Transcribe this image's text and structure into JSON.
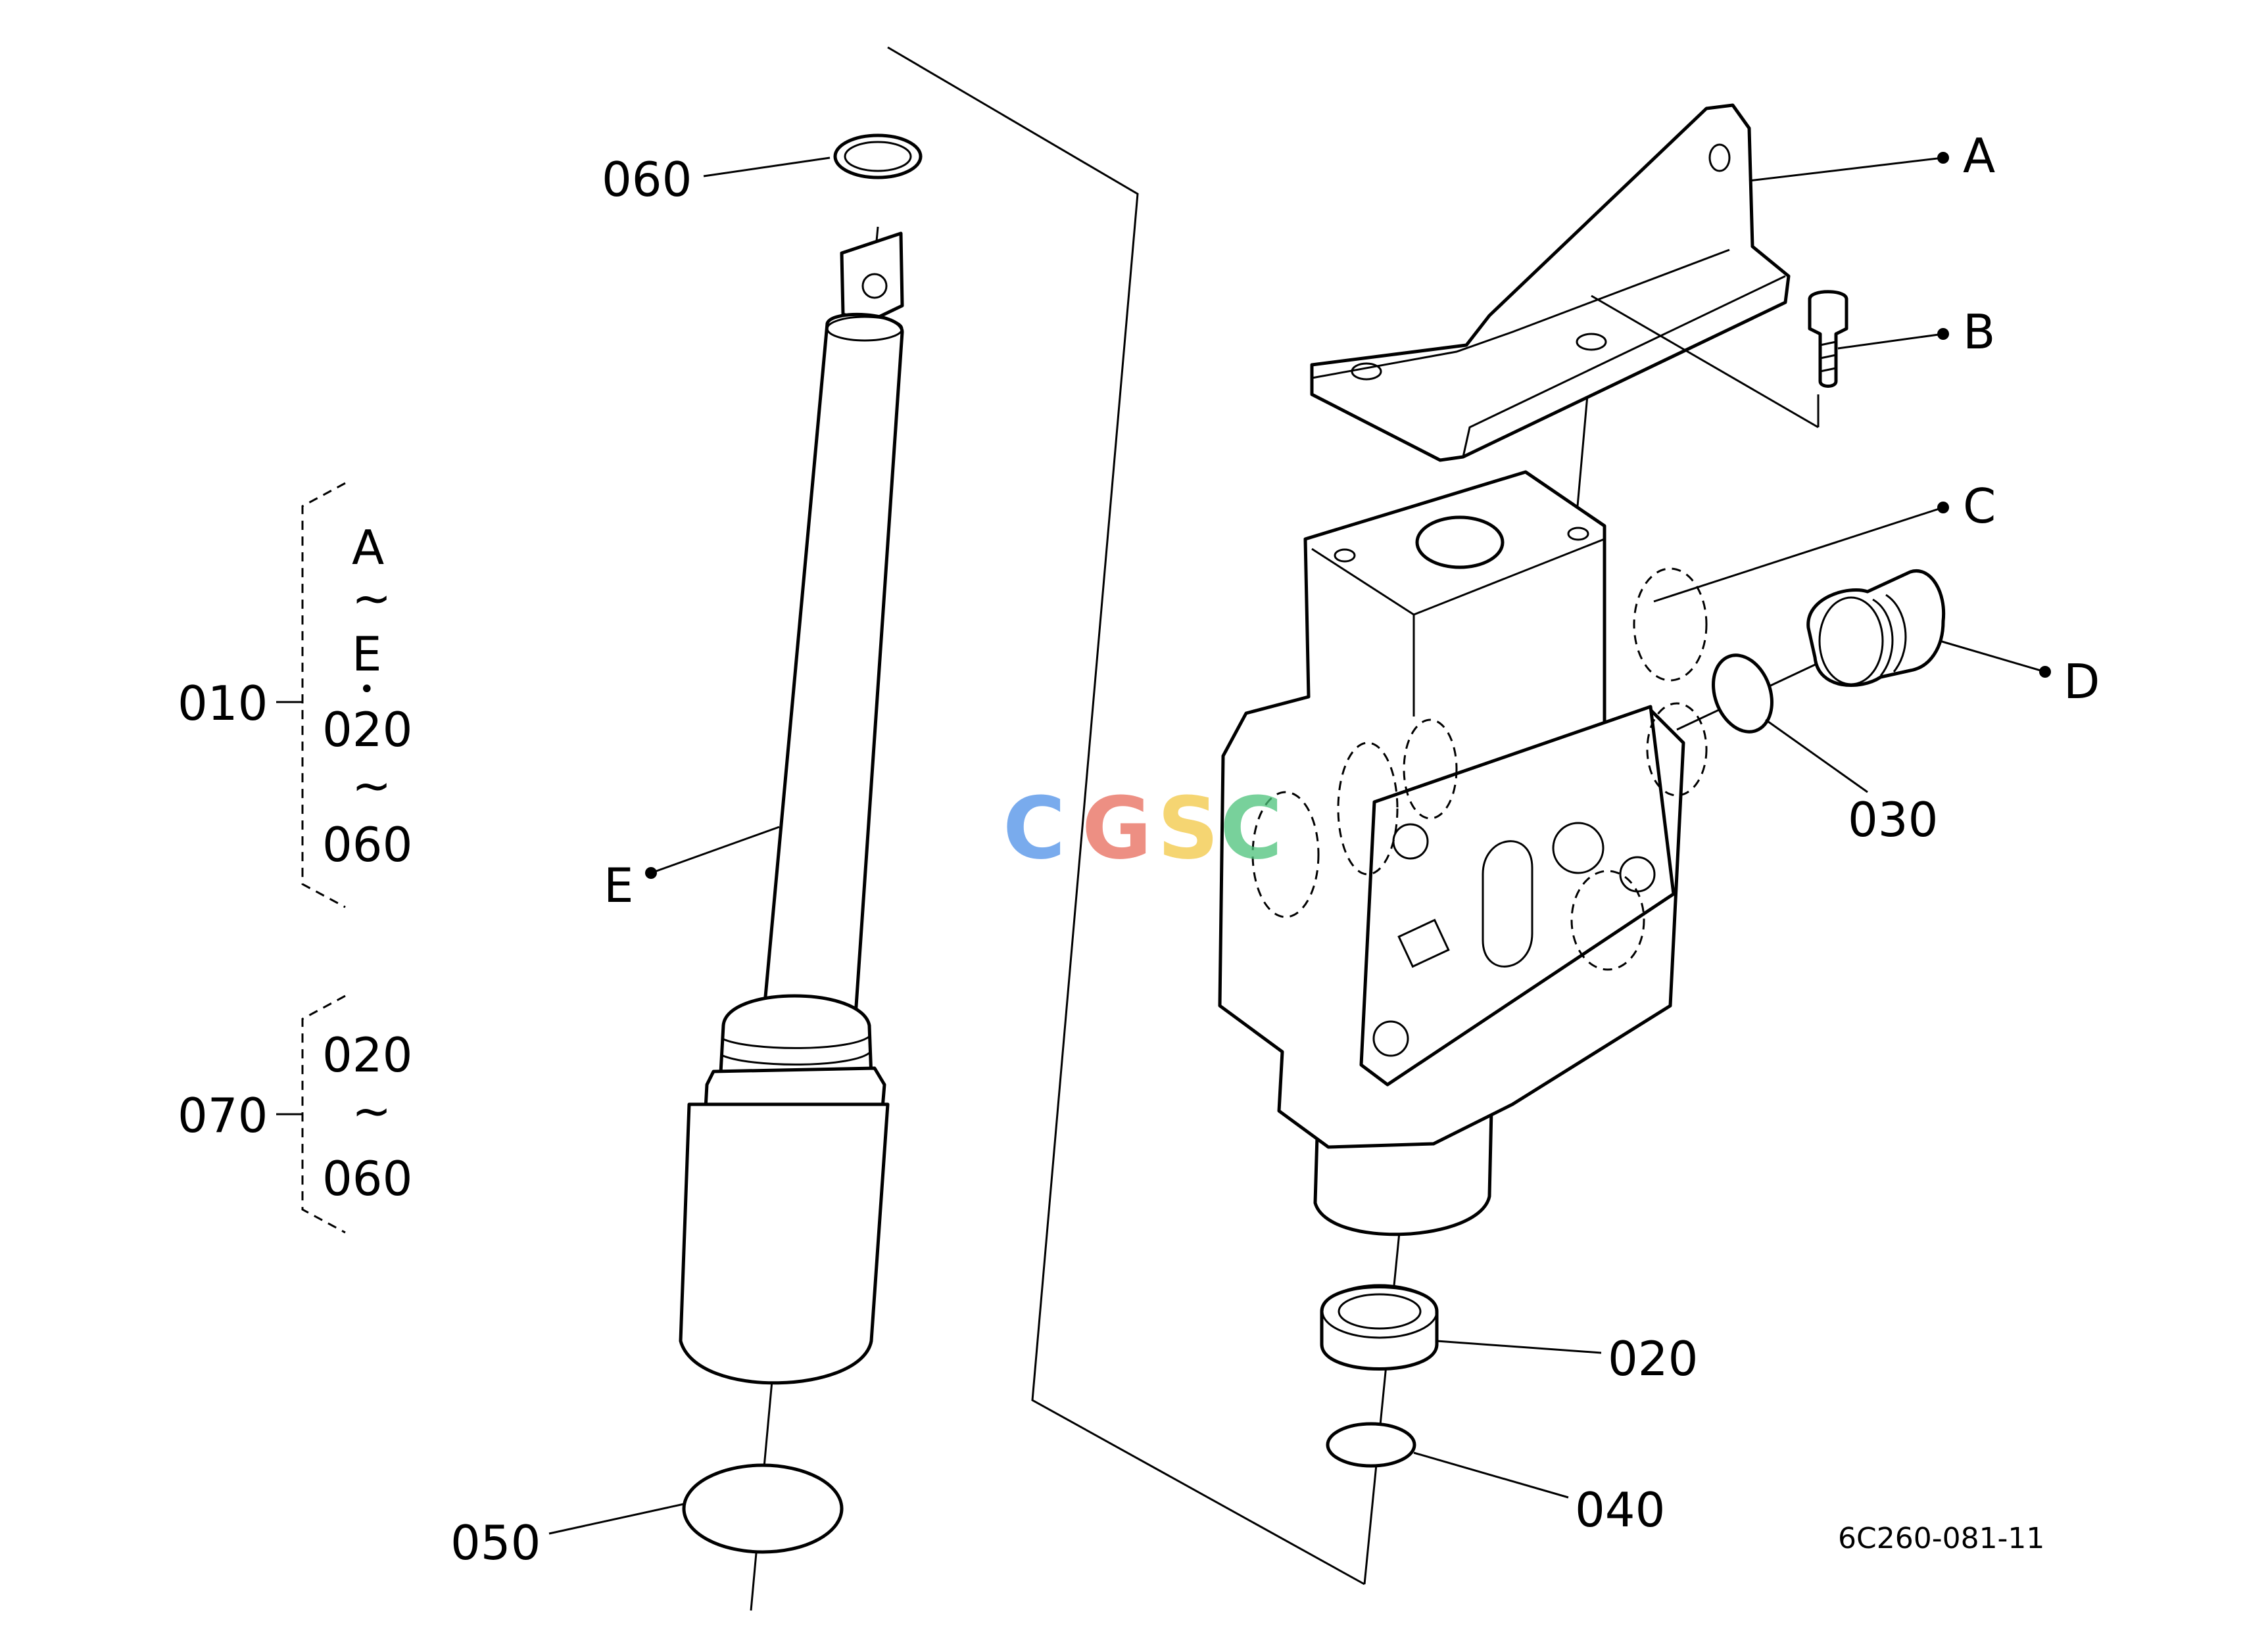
{
  "callouts": {
    "c060_top": "060",
    "c050": "050",
    "c020": "020",
    "c040": "040",
    "c030": "030",
    "cE": "E",
    "cA": "A",
    "cB": "B",
    "cC": "C",
    "cD": "D"
  },
  "groups": {
    "g010": {
      "label": "010",
      "items": [
        "A",
        "~",
        "E",
        "•",
        "020",
        "~",
        "060"
      ]
    },
    "g070": {
      "label": "070",
      "items": [
        "020",
        "~",
        "060"
      ]
    }
  },
  "watermark": {
    "letters": [
      "C",
      "G",
      "S",
      "C"
    ],
    "colors": [
      "#4d8fe8",
      "#e86a5a",
      "#f2c744",
      "#4cc27a"
    ]
  },
  "figure_code": "6C260-081-11"
}
